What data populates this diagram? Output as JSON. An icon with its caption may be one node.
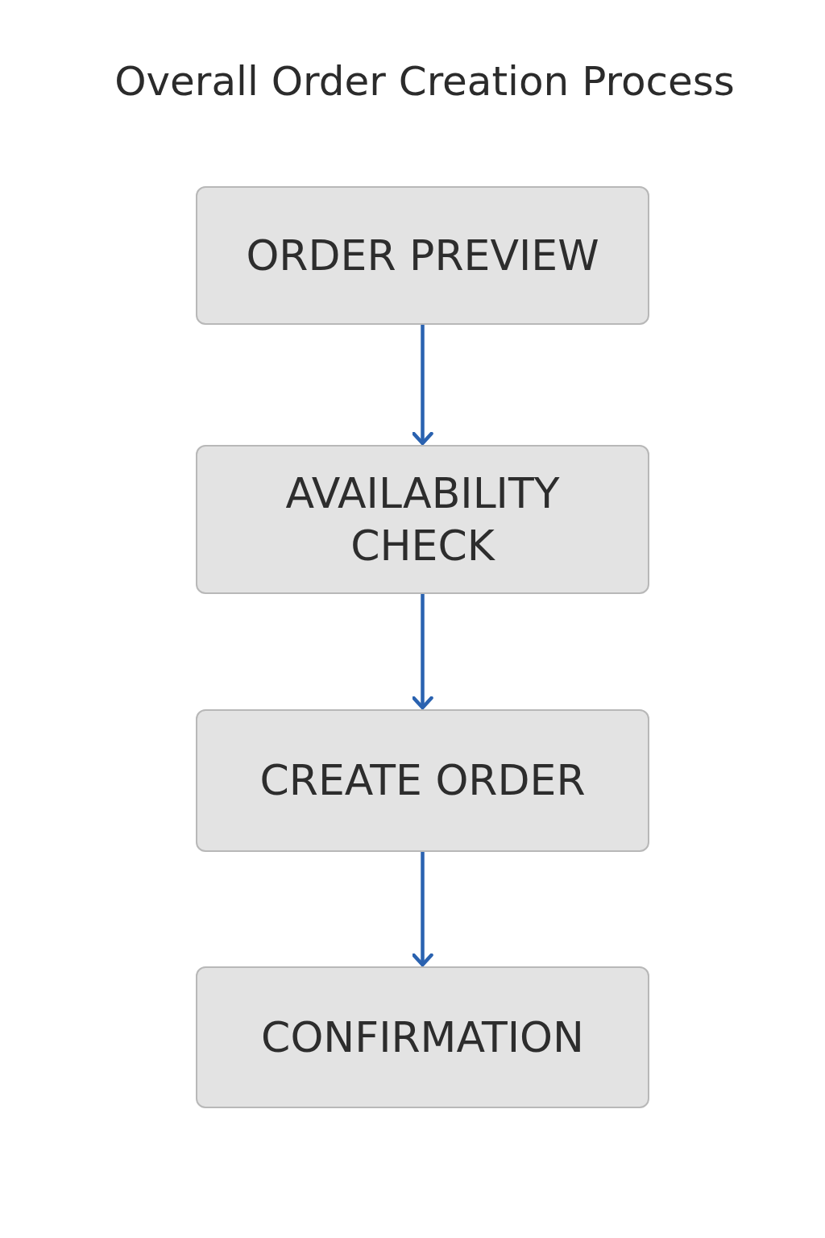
{
  "diagram": {
    "title": "Overall Order Creation Process",
    "nodes": [
      {
        "text": [
          "ORDER PREVIEW"
        ]
      },
      {
        "text": [
          "AVAILABILITY CHECK"
        ]
      },
      {
        "text": [
          "CREATE ORDER"
        ]
      },
      {
        "text": [
          "CONFIRMATION"
        ]
      }
    ],
    "edges": [
      {
        "from": 0,
        "to": 1,
        "arrow": "to"
      },
      {
        "from": 1,
        "to": 2,
        "arrow": "to"
      },
      {
        "from": 2,
        "to": 3,
        "arrow": "to"
      }
    ]
  }
}
